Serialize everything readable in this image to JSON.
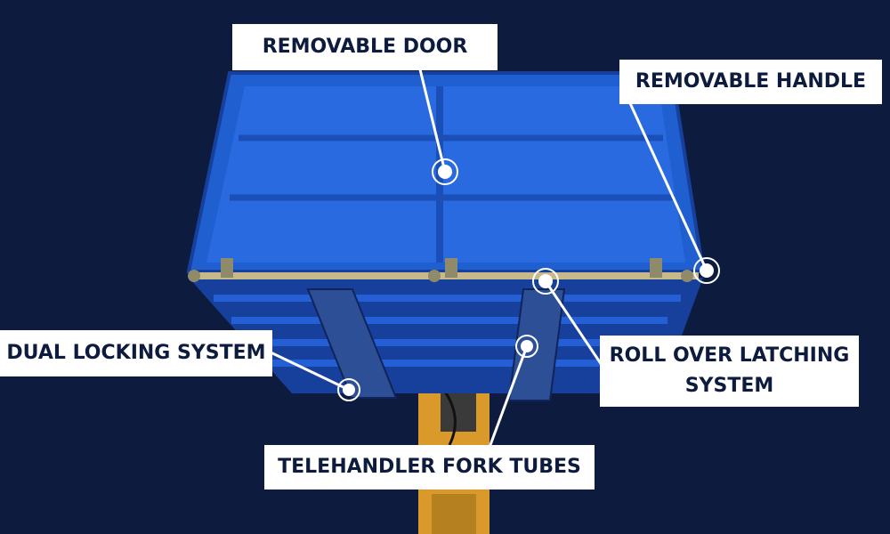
{
  "colors": {
    "background": "#0d1b3e",
    "bin_blue": "#1f5fd0",
    "bin_blue_dark": "#173f9c",
    "fork_yellow": "#d99a2b",
    "label_bg": "#ffffff",
    "label_text": "#0d1b3e",
    "leader_line": "#ffffff"
  },
  "callouts": {
    "removable_door": "REMOVABLE DOOR",
    "removable_handle": "REMOVABLE HANDLE",
    "dual_locking_system": "DUAL LOCKING SYSTEM",
    "roll_over_latching_line1": "ROLL OVER LATCHING",
    "roll_over_latching_line2": "SYSTEM",
    "telehandler_fork_tubes": "TELEHANDLER FORK TUBES"
  }
}
